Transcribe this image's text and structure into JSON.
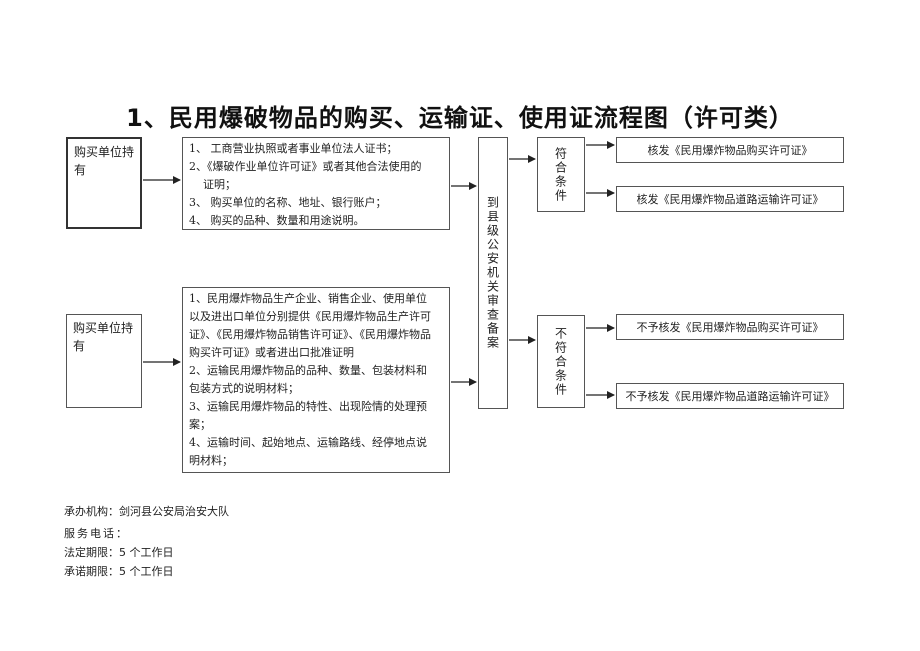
{
  "title": "1、民用爆破物品的购买、运输证、使用证流程图（许可类）",
  "applicant_1": "购买单位持有",
  "applicant_2": "购买单位持有",
  "materials_1": "1、 工商营业执照或者事业单位法人证书；\n2、《爆破作业单位许可证》或者其他合法使用的\n    证明；\n3、 购买单位的名称、地址、银行账户；\n4、 购买的品种、数量和用途说明。",
  "materials_2": "1、民用爆炸物品生产企业、销售企业、使用单位\n以及进出口单位分别提供《民用爆炸物品生产许可\n证》、《民用爆炸物品销售许可证》、《民用爆炸物品\n购买许可证》或者进出口批准证明\n2、运输民用爆炸物品的品种、数量、包装材料和\n包装方式的说明材料；\n3、运输民用爆炸物品的特性、出现险情的处理预\n案；\n4、运输时间、起始地点、运输路线、经停地点说\n明材料；",
  "authority": "到县级公安机关审查备案",
  "condition_met": "符合条件",
  "condition_not_met": "不符合条件",
  "results": [
    "核发《民用爆炸物品购买许可证》",
    "核发《民用爆炸物品道路运输许可证》",
    "不予核发《民用爆炸物品购买许可证》",
    "不予核发《民用爆炸物品道路运输许可证》"
  ],
  "footer": {
    "agency_label": "承办机构：",
    "agency_value": "剑河县公安局治安大队",
    "phone_label": "服务电话：",
    "statutory_label": "法定期限：",
    "statutory_value": "5 个工作日",
    "promised_label": "承诺期限：",
    "promised_value": "5 个工作日"
  }
}
